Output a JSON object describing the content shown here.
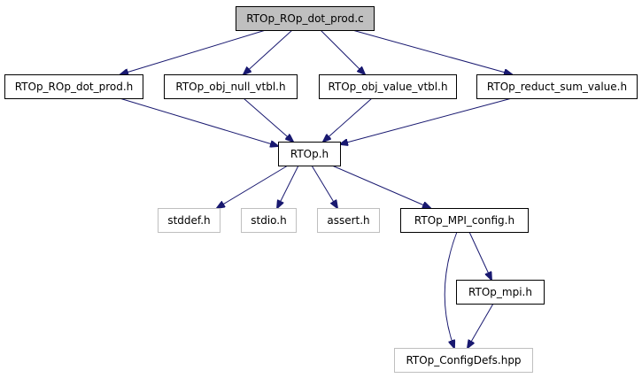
{
  "diagram": {
    "type": "include-dependency-graph",
    "colors": {
      "root_fill": "#bfbfbf",
      "node_fill": "#ffffff",
      "node_border": "#000000",
      "external_border": "#bfbfbf",
      "external_text": "#000000",
      "edge": "#191970"
    },
    "nodes": [
      {
        "id": "root",
        "label": "RTOp_ROp_dot_prod.c",
        "kind": "root"
      },
      {
        "id": "n1",
        "label": "RTOp_ROp_dot_prod.h",
        "kind": "local"
      },
      {
        "id": "n2",
        "label": "RTOp_obj_null_vtbl.h",
        "kind": "local"
      },
      {
        "id": "n3",
        "label": "RTOp_obj_value_vtbl.h",
        "kind": "local"
      },
      {
        "id": "n4",
        "label": "RTOp_reduct_sum_value.h",
        "kind": "local"
      },
      {
        "id": "rtop",
        "label": "RTOp.h",
        "kind": "local"
      },
      {
        "id": "stddef",
        "label": "stddef.h",
        "kind": "external"
      },
      {
        "id": "stdio",
        "label": "stdio.h",
        "kind": "external"
      },
      {
        "id": "assert",
        "label": "assert.h",
        "kind": "external"
      },
      {
        "id": "mpiconf",
        "label": "RTOp_MPI_config.h",
        "kind": "local"
      },
      {
        "id": "mpi",
        "label": "RTOp_mpi.h",
        "kind": "local"
      },
      {
        "id": "cfg",
        "label": "RTOp_ConfigDefs.hpp",
        "kind": "external"
      }
    ],
    "edges": [
      {
        "from": "root",
        "to": "n1"
      },
      {
        "from": "root",
        "to": "n2"
      },
      {
        "from": "root",
        "to": "n3"
      },
      {
        "from": "root",
        "to": "n4"
      },
      {
        "from": "n1",
        "to": "rtop"
      },
      {
        "from": "n2",
        "to": "rtop"
      },
      {
        "from": "n3",
        "to": "rtop"
      },
      {
        "from": "n4",
        "to": "rtop"
      },
      {
        "from": "rtop",
        "to": "stddef"
      },
      {
        "from": "rtop",
        "to": "stdio"
      },
      {
        "from": "rtop",
        "to": "assert"
      },
      {
        "from": "rtop",
        "to": "mpiconf"
      },
      {
        "from": "mpiconf",
        "to": "mpi"
      },
      {
        "from": "mpiconf",
        "to": "cfg"
      },
      {
        "from": "mpi",
        "to": "cfg"
      }
    ]
  }
}
